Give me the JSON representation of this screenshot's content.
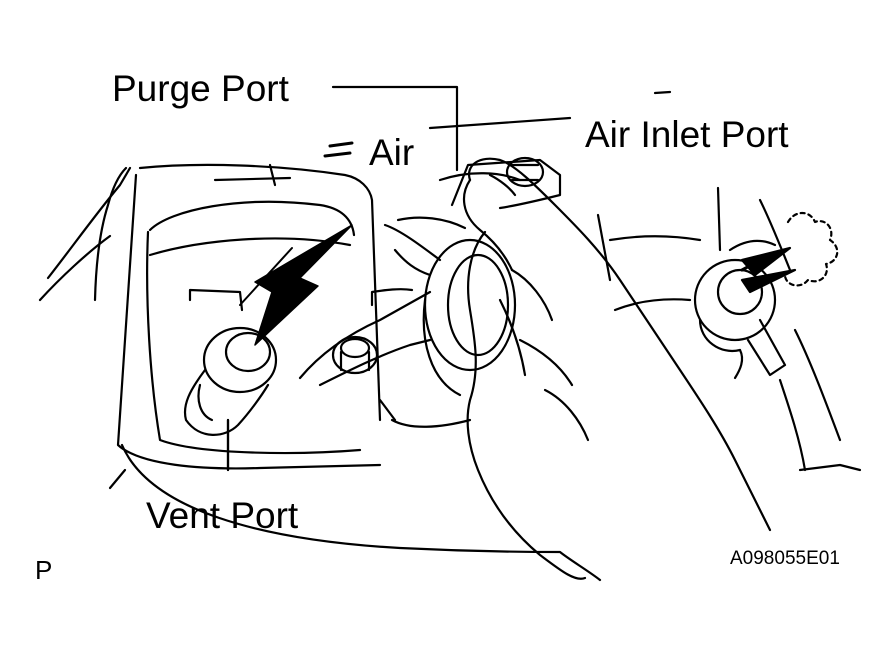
{
  "labels": {
    "purge_port": "Purge Port",
    "air": "Air",
    "air_inlet_port": "Air Inlet Port",
    "vent_port": "Vent Port",
    "corner_mark": "P",
    "figure_code": "A098055E01"
  },
  "colors": {
    "ink": "#000000",
    "paper": "#ffffff"
  },
  "icons": {
    "air_flow_arrow": "arrow-down-left-icon",
    "air_puff": "air-puff-icon"
  }
}
